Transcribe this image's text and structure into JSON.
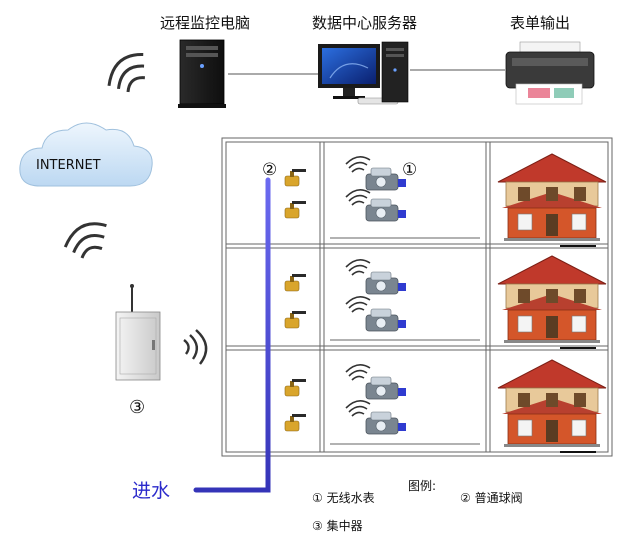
{
  "labels": {
    "remote_pc": "远程监控电脑",
    "server": "数据中心服务器",
    "printer": "表单输出",
    "internet": "INTERNET",
    "water_inlet": "进水"
  },
  "markers": {
    "meter": "①",
    "valve": "②",
    "concentrator": "③"
  },
  "legend": {
    "title": "图例:",
    "meter": "① 无线水表",
    "valve": "② 普通球阀",
    "concentrator": "③ 集中器"
  },
  "colors": {
    "pipe": "#4a49d6",
    "roof": "#c0392b",
    "wall": "#d4562a",
    "cloud": "#cfe4f7"
  },
  "icons": [
    "computer-tower-icon",
    "monitor-icon",
    "printer-icon",
    "cloud-icon",
    "wifi-icon",
    "concentrator-box-icon",
    "water-meter-icon",
    "ball-valve-icon",
    "house-icon"
  ]
}
